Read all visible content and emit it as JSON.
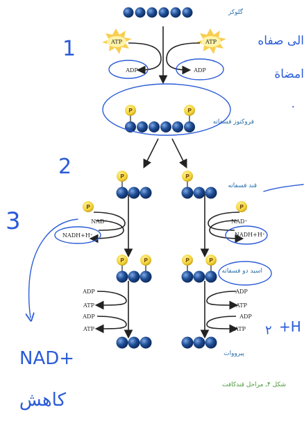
{
  "labels": {
    "glucose": "گلوکز",
    "fructose_bisphosphate": "فروکتوز فسفاته",
    "sugar_phosphate": "قند فسفاته",
    "acid_bisphosphate": "اسید دو فسفاته",
    "pyruvate": "پیرووات",
    "caption": "شکل ۴ـ مراحل قندکافت"
  },
  "molecules": {
    "atp": "ATP",
    "adp": "ADP",
    "nad": "NAD⁺",
    "nadh": "NADH+H⁺",
    "phosphate": "P"
  },
  "handwriting": {
    "step1": "1",
    "step2": "2",
    "step3": "3",
    "nad_note": "NAD+",
    "bottom_note": "کاهش",
    "right_note_1": "الی صفاه",
    "right_note_2": "امضاة",
    "right_note_3": "·",
    "h_note": "+H",
    "h2_note": "۲"
  },
  "colors": {
    "bead": "#1f4e96",
    "bead_highlight": "#5d8fd6",
    "phosphate": "#f3d437",
    "burst": "#f7c531",
    "ink": "#2a5bd7"
  }
}
